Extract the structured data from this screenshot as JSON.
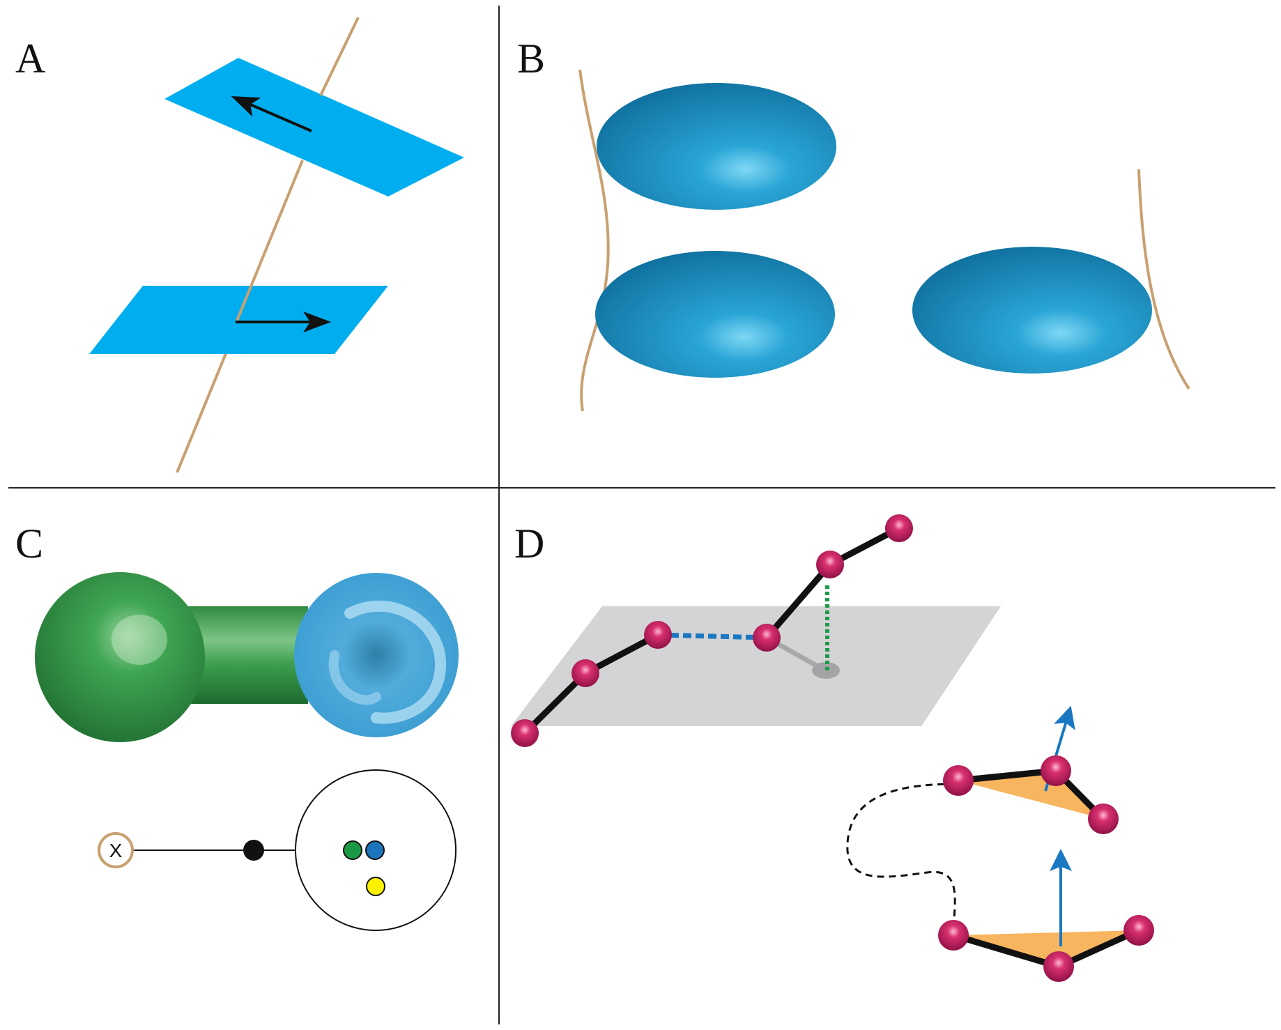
{
  "panels": {
    "a": {
      "label": "A"
    },
    "b": {
      "label": "B"
    },
    "c": {
      "label": "C",
      "node_label": "X"
    },
    "d": {
      "label": "D"
    }
  },
  "colors": {
    "plane_blue": "#00AEEF",
    "ellipsoid_blue": "#1A8DC0",
    "rod_tan": "#C8A070",
    "green_sphere": "#2E9A45",
    "blue_sphere": "#3FA3D8",
    "bead_magenta": "#C01860",
    "gray_plane": "#D4D4D6",
    "orange_triangle": "#F8B560",
    "arrow_blue": "#1A78C2",
    "dot_green": "#1B9A45",
    "dot_blue": "#1C75BC",
    "dot_yellow": "#FFF200"
  }
}
